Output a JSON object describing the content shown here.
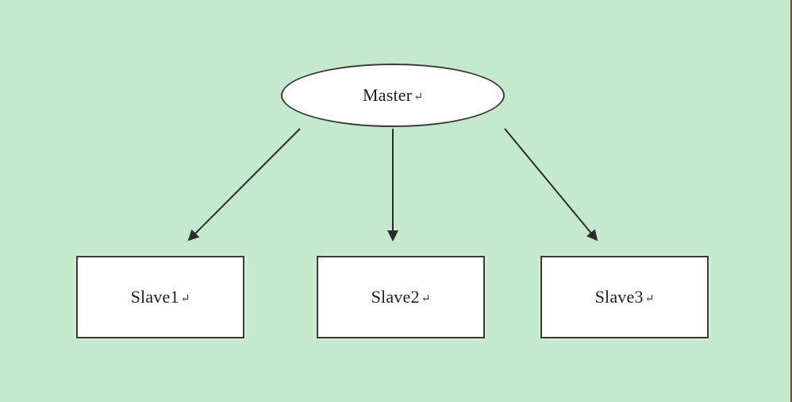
{
  "diagram": {
    "master": {
      "label": "Master",
      "mark": "↵"
    },
    "slaves": [
      {
        "label": "Slave1",
        "mark": "↵"
      },
      {
        "label": "Slave2",
        "mark": "↵"
      },
      {
        "label": "Slave3",
        "mark": "↵"
      }
    ]
  },
  "colors": {
    "background": "#c4e9cd",
    "node_fill": "#ffffff",
    "stroke": "#3a3a3a",
    "arrow": "#2c2c2c"
  }
}
